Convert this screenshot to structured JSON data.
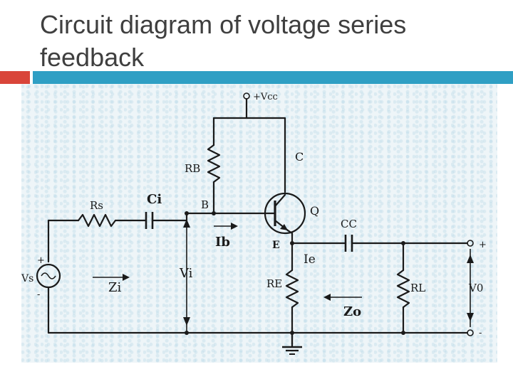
{
  "title": {
    "line1": "Circuit diagram of voltage series",
    "line2": "feedback"
  },
  "colors": {
    "accent_red": "#d9453a",
    "accent_blue": "#2f9fc4",
    "ink": "#1a1a1a"
  },
  "diagram": {
    "supply": "+Vcc",
    "collector": "C",
    "base": "B",
    "emitter": "E",
    "transistor": "Q",
    "rb": "RB",
    "rs": "Rs",
    "ci": "Ci",
    "cc": "CC",
    "re": "RE",
    "rl": "RL",
    "vs": "Vs",
    "vi": "Vi",
    "vo": "V0",
    "zi": "Zi",
    "zo": "Zo",
    "ib": "Ib",
    "ie": "Ie",
    "plus_in": "+",
    "minus_in": "-",
    "plus_out": "+",
    "minus_out": "-"
  }
}
